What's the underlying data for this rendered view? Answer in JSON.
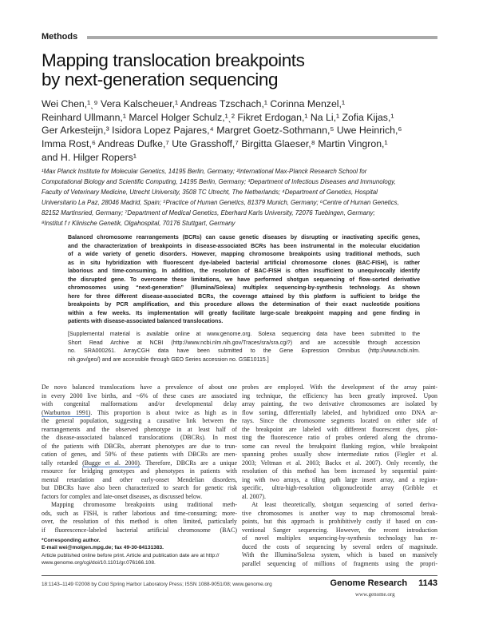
{
  "section": "Methods",
  "title": [
    "Mapping translocation breakpoints",
    "by next-generation sequencing"
  ],
  "authors": [
    "Wei Chen,¹ˎ⁹ Vera Kalscheuer,¹ Andreas Tzschach,¹ Corinna Menzel,¹",
    "Reinhard Ullmann,¹ Marcel Holger Schulz,¹ˎ² Fikret Erdogan,¹ Na Li,¹ Zofia Kijas,¹",
    "Ger Arkesteijn,³ Isidora Lopez Pajares,⁴ Margret Goetz-Sothmann,⁵ Uwe Heinrich,⁶",
    "Imma Rost,⁶ Andreas Dufke,⁷ Ute Grasshoff,⁷ Birgitta Glaeser,⁸ Martin Vingron,¹",
    "and H. Hilger Ropers¹"
  ],
  "affiliations": [
    "¹Max Planck Institute for Molecular Genetics, 14195 Berlin, Germany; ²International Max-Planck Research School for",
    "Computational Biology and Scientific Computing, 14195 Berlin, Germany; ³Department of Infectious Diseases and Immunology,",
    "Faculty of Veterinary Medicine, Utrecht University, 3508 TC Utrecht, The Netherlands; ⁴Department of Genetics, Hospital",
    "Universitario La Paz, 28046 Madrid, Spain; ⁵Practice of Human Genetics, 81379 Munich, Germany; ⁶Centre of Human Genetics,",
    "82152 Martinsried, Germany; ⁷Department of Medical Genetics, Eberhard Karls University, 72076 Tuebingen, Germany;",
    "⁸Institut f r Klinische Genetik, Olgahospital, 70176 Stuttgart, Germany"
  ],
  "abstract": [
    "Balanced chromosome rearrangements (BCRs) can cause genetic diseases by disrupting or inactivating specific genes,",
    "and the characterization of breakpoints in disease-associated BCRs has been instrumental in the molecular elucidation",
    "of a wide variety of genetic disorders. However, mapping chromosome breakpoints using traditional methods, such",
    "as in situ hybridization with fluorescent dye-labeled bacterial artificial chromosome clones (BAC-FISH), is rather",
    "laborious and time-consuming. In addition, the resolution of BAC-FISH is often insufficient to unequivocally identify",
    "the disrupted gene. To overcome these limitations, we have performed shotgun sequencing of flow-sorted derivative",
    "chromosomes using “next-generation” (Illumina/Solexa) multiplex sequencing-by-synthesis technology. As shown",
    "here for three different disease-associated BCRs, the coverage attained by this platform is sufficient to bridge the",
    "breakpoints by PCR amplification, and this procedure allows the determination of their exact nucleotide positions",
    "within a few weeks. Its implementation will greatly facilitate large-scale breakpoint mapping and gene finding in",
    "patients with disease-associated balanced translocations."
  ],
  "supplemental": [
    "[Supplemental material is available online at www.genome.org. Solexa sequencing data have been submitted to the",
    "Short Read Archive at NCBI (http://www.ncbi.nlm.nih.gov/Traces/sra/sra.cgi?) and are accessible through accession",
    "no. SRA000261. ArrayCGH data have been submitted to the Gene Expression Omnibus (http://www.ncbi.nlm.",
    "nih.gov/geo/) and are accessible through GEO Series accession no. GSE10115.]"
  ],
  "body_left": [
    {
      "pre": "De novo balanced translocations have a prevalence of about one"
    },
    {
      "pre": "in every 2000 live births, and ~6% of these cases are associated"
    },
    {
      "pre": "with congenital malformations and/or developmental delay"
    },
    {
      "pre": "",
      "link": "(Warburton 1991)",
      "post": ". This proportion is about twice as high as in"
    },
    {
      "pre": "the general population, suggesting a causative link between the"
    },
    {
      "pre": "rearrangements and the observed phenotype in at least half of"
    },
    {
      "pre": "the disease-associated balanced translocations (DBCRs). In most"
    },
    {
      "pre": "of the patients with DBCRs, aberrant phenotypes are due to trun-"
    },
    {
      "pre": "cation of genes, and 50% of these patients with DBCRs are men-"
    },
    {
      "pre": "tally retarded ",
      "link": "(Bugge et al. 2000)",
      "post": ". Therefore, DBCRs are a unique"
    },
    {
      "pre": "resource for bridging genotypes and phenotypes in patients with"
    },
    {
      "pre": "mental retardation and other early-onset Mendelian disorders,"
    },
    {
      "pre": "but DBCRs have also been characterized to search for genetic risk"
    },
    {
      "pre": "factors for complex and late-onset diseases, as discussed below.",
      "last": true
    },
    {
      "pre": "Mapping chromosome breakpoints using traditional meth-",
      "indent": true
    },
    {
      "pre": "ods, such as FISH, is rather laborious and time-consuming; more-"
    },
    {
      "pre": "over, the resolution of this method is often limited, particularly"
    },
    {
      "pre": "if fluorescence-labeled bacterial artificial chromosome (BAC)"
    }
  ],
  "body_right": [
    {
      "pre": "probes are employed. With the development of the array paint-"
    },
    {
      "pre": "ing technique, the efficiency has been greatly improved. Upon"
    },
    {
      "pre": "array painting, the two derivative chromosomes are isolated by"
    },
    {
      "pre": "flow sorting, differentially labeled, and hybridized onto DNA ar-"
    },
    {
      "pre": "rays. Since the chromosome segments located on either side of"
    },
    {
      "pre": "the breakpoint are labeled with different fluorescent dyes, plot-"
    },
    {
      "pre": "ting the fluorescence ratio of probes ordered along the chromo-"
    },
    {
      "pre": "some can reveal the breakpoint flanking region, while breakpoint"
    },
    {
      "pre": "spanning probes usually show intermediate ratios (Fiegler et al."
    },
    {
      "pre": "2003; Veltman et al. 2003; Backx et al. 2007). Only recently, the"
    },
    {
      "pre": "resolution of this method has been increased by sequential paint-"
    },
    {
      "pre": "ing with two arrays, a tiling path large insert array, and a region-"
    },
    {
      "pre": "specific, ultra-high-resolution oligonucleotide array (Gribble et"
    },
    {
      "pre": "al. 2007).",
      "last": true
    },
    {
      "pre": "At least theoretically, shotgun sequencing of sorted deriva-",
      "indent": true
    },
    {
      "pre": "tive chromosomes is another way to map chromosomal break-"
    },
    {
      "pre": "points, but this approach is prohibitively costly if based on con-"
    },
    {
      "pre": "ventional Sanger sequencing. However, the recent introduction"
    },
    {
      "pre": "of novel multiplex sequencing-by-synthesis technology has re-"
    },
    {
      "pre": "duced the costs of sequencing by several orders of magnitude."
    },
    {
      "pre": "With the Illumina/Solexa system, which is based on massively"
    },
    {
      "pre": "parallel sequencing of millions of fragments using the propri-"
    }
  ],
  "footnote": {
    "corresponding": "*Corresponding author.",
    "email": "E-mail wei@molgen.mpg.de; fax 49-30-84131383.",
    "published": [
      "Article published online before print. Article and publication date are at http://",
      "www.genome.org/cgi/doi/10.1101/gr.076166.108."
    ]
  },
  "footer": {
    "citation": "18:1143–1149 ©2008 by Cold Spring Harbor Laboratory Press; ISSN 1088-9051/08; www.genome.org",
    "journal": "Genome Research",
    "page": "1143",
    "url": "www.genome.org"
  },
  "colors": {
    "citation_link_underline": "#5b8bd0",
    "section_bar": "#aaaaaa"
  }
}
